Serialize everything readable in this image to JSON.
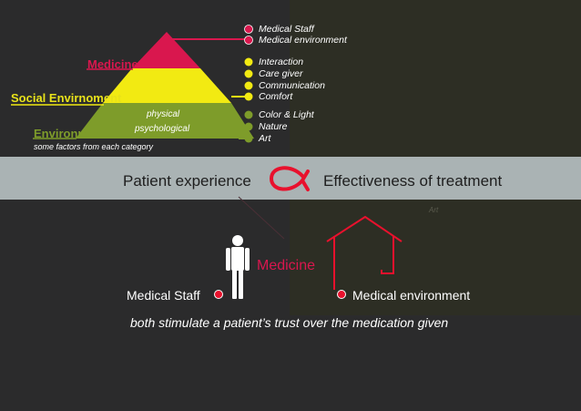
{
  "pyramid": {
    "levels": [
      {
        "label": "Medicine",
        "color": "#d9174e"
      },
      {
        "label": "Social Envirnoment",
        "color": "#f2ea12"
      },
      {
        "label": "Environment",
        "color": "#7e9c2a",
        "sub_items": [
          "physical",
          "psychological"
        ]
      }
    ],
    "footnote": "some factors from each category"
  },
  "legend": {
    "medicine_items": [
      "Medical Staff",
      "Medical environment"
    ],
    "social_items": [
      "Interaction",
      "Care giver",
      "Communication",
      "Comfort"
    ],
    "environment_items": [
      "Color & Light",
      "Nature",
      "Art"
    ]
  },
  "relation": {
    "left": "Patient experience",
    "symbol": "∝",
    "right": "Effectiveness of treatment",
    "band_color": "#aab3b4"
  },
  "lower": {
    "faint_label": "Art",
    "center_label": "Medicine",
    "left_label": "Medical Staff",
    "right_label": "Medical environment",
    "caption": "both stimulate a patient’s trust over the medication given",
    "icons": [
      "person-icon",
      "house-icon"
    ]
  },
  "colors": {
    "medicine": "#d9174e",
    "social": "#f2ea12",
    "environment": "#7e9c2a",
    "background": "#2b2b2c"
  }
}
